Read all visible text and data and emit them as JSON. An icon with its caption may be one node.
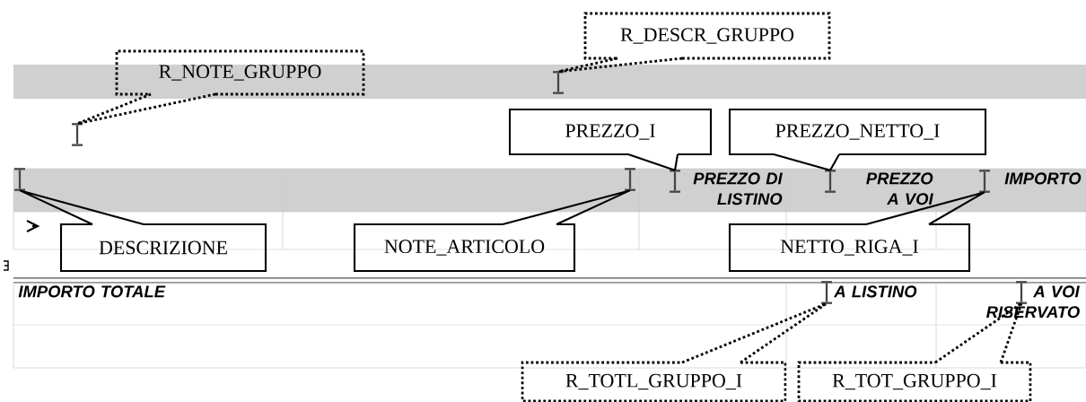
{
  "diagram": {
    "nodes": [
      {
        "text": [
          "R_DESCR_GRUPPO"
        ]
      },
      {
        "text": [
          "R_NOTE_GRUPPO"
        ]
      },
      {
        "text": [
          "PREZZO_I"
        ]
      },
      {
        "text": [
          "PREZZO_NETTO_I"
        ]
      },
      {
        "text": [
          "DESCRIZIONE"
        ]
      },
      {
        "text": [
          "NOTE_ARTICOLO"
        ]
      },
      {
        "text": [
          "NETTO_RIGA_I"
        ]
      },
      {
        "text": [
          "R_TOTL_GRUPPO_I"
        ]
      },
      {
        "text": [
          "R_TOT_GRUPPO_I"
        ]
      },
      {
        "text": [],
        "shape": "cursor"
      },
      {
        "text": [],
        "shape": "cursor"
      },
      {
        "text": [],
        "shape": "cursor"
      },
      {
        "text": [],
        "shape": "cursor"
      },
      {
        "text": [],
        "shape": "cursor"
      },
      {
        "text": [],
        "shape": "cursor"
      },
      {
        "text": [],
        "shape": "cursor"
      },
      {
        "text": [],
        "shape": "cursor"
      },
      {
        "text": [],
        "shape": "cursor"
      }
    ],
    "edges": [
      {
        "from": 0,
        "to": 9,
        "arrow": "none",
        "style": "dashed"
      },
      {
        "from": 1,
        "to": 10,
        "arrow": "none",
        "style": "dashed"
      },
      {
        "from": 2,
        "to": 13,
        "arrow": "none"
      },
      {
        "from": 3,
        "to": 14,
        "arrow": "none"
      },
      {
        "from": 4,
        "to": 11,
        "arrow": "none"
      },
      {
        "from": 5,
        "to": 12,
        "arrow": "none"
      },
      {
        "from": 6,
        "to": 15,
        "arrow": "none"
      },
      {
        "from": 7,
        "to": 16,
        "arrow": "none",
        "style": "dashed"
      },
      {
        "from": 8,
        "to": 17,
        "arrow": "none",
        "style": "dashed"
      }
    ],
    "labels": [
      "PREZZO DI LISTINO",
      "PREZZO A VOI",
      "IMPORTO",
      "IMPORTO TOTALE",
      "A LISTINO",
      "A VOI RISERVATO"
    ]
  }
}
